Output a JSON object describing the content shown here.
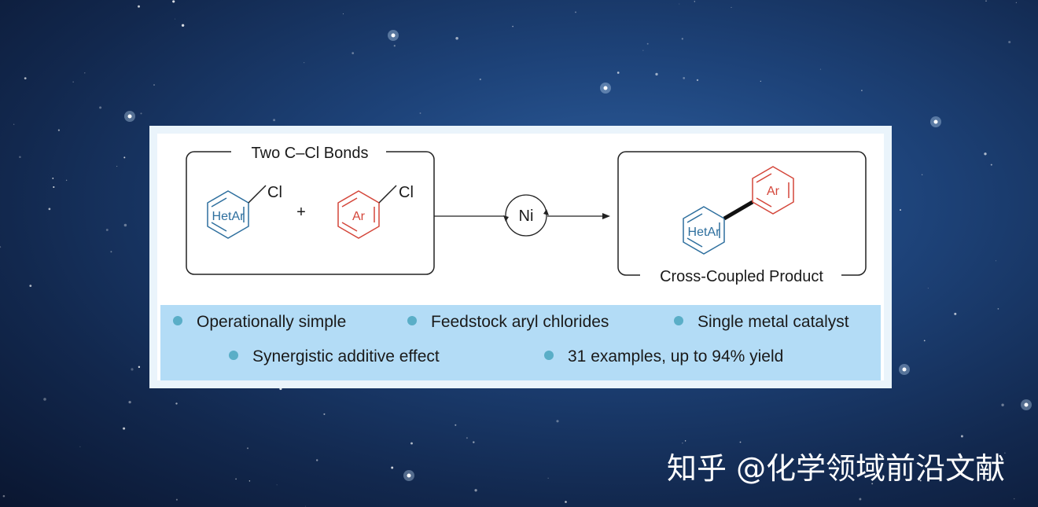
{
  "scheme": {
    "reactants_box_label": "Two C–Cl Bonds",
    "reactant1_ring_label": "HetAr",
    "reactant1_substituent": "Cl",
    "plus_sign": "+",
    "reactant2_ring_label": "Ar",
    "reactant2_substituent": "Cl",
    "catalyst_label": "Ni",
    "product_box_label": "Cross-Coupled Product",
    "product_ring1_label": "HetAr",
    "product_ring2_label": "Ar",
    "colors": {
      "hetar": "#2e6f9e",
      "ar": "#d4463a",
      "line": "#222222"
    }
  },
  "features": {
    "item1": "Operationally simple",
    "item2": "Feedstock aryl chlorides",
    "item3": "Single metal catalyst",
    "item4": "Synergistic additive effect",
    "item5": "31 examples, up to 94% yield"
  },
  "watermark": "知乎 @化学领域前沿文献"
}
